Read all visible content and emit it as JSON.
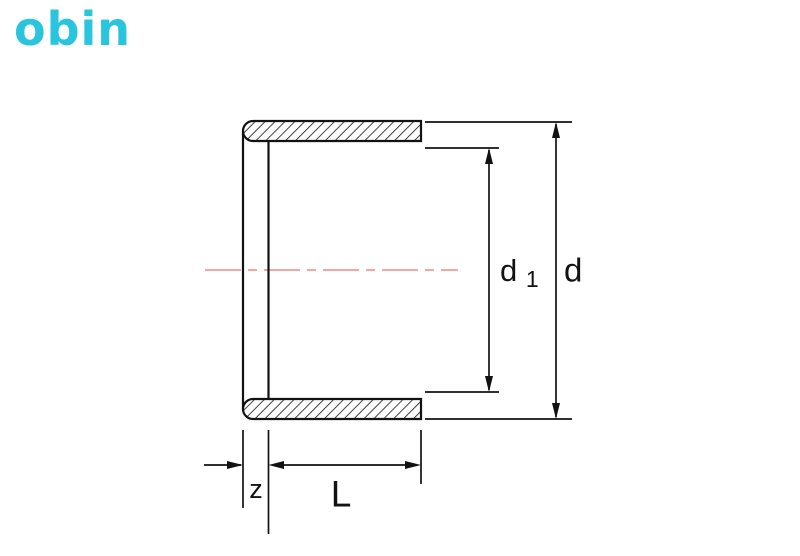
{
  "page": {
    "background_color": "#ffffff"
  },
  "logo": {
    "text": "obin",
    "color": "#29c4dd"
  },
  "diagram": {
    "type": "technical-drawing",
    "subject": "pipe socket fitting cross-section with dimension annotations",
    "colors": {
      "outline": "#121212",
      "hatch": "#121212",
      "centerline": "#f28a8a"
    },
    "labels": {
      "inner_diameter_base": "d",
      "inner_diameter_sub": "1",
      "outer_diameter": "d",
      "edge_distance": "z",
      "socket_length": "L"
    }
  }
}
